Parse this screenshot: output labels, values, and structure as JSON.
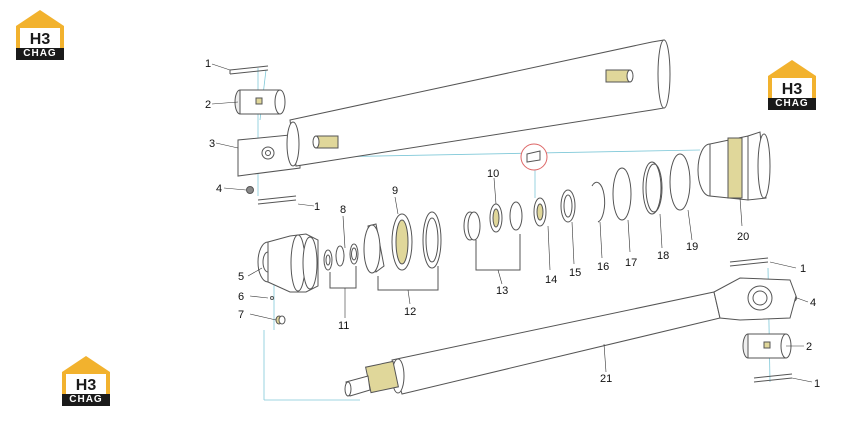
{
  "logo": {
    "brand_text": "CHAG",
    "mark_text": "H3"
  },
  "colors": {
    "line": "#555555",
    "leader": "#7fc8d8",
    "brass": "#e0d79a",
    "seal": "#eeeeee",
    "logo_gold": "#f2b22e",
    "logo_dark": "#1a1a1a"
  },
  "callouts": {
    "c1a": "1",
    "c2a": "2",
    "c3": "3",
    "c4a": "4",
    "c1b": "1",
    "c8": "8",
    "c9": "9",
    "c10": "10",
    "c5": "5",
    "c6": "6",
    "c7": "7",
    "c11": "11",
    "c12": "12",
    "c13": "13",
    "c14": "14",
    "c15": "15",
    "c16": "16",
    "c17": "17",
    "c18": "18",
    "c19": "19",
    "c20": "20",
    "c1c": "1",
    "c4b": "4",
    "c2b": "2",
    "c1d": "1",
    "c21": "21"
  }
}
